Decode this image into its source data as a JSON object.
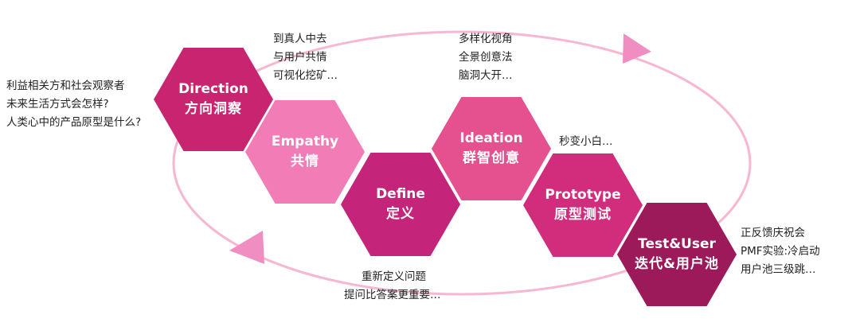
{
  "colors": {
    "loop": "#f7b6d2",
    "arrow": "#f08ec2",
    "direction": "#c8246f",
    "empathy": "#f27cb6",
    "define": "#c4247a",
    "ideation": "#e5508f",
    "prototype": "#d22d7c",
    "test_user": "#9c1a5a"
  },
  "hexagons": {
    "direction": {
      "en": "Direction",
      "cn": "方向洞察"
    },
    "empathy": {
      "en": "Empathy",
      "cn": "共情"
    },
    "define": {
      "en": "Define",
      "cn": "定义"
    },
    "ideation": {
      "en": "Ideation",
      "cn": "群智创意"
    },
    "prototype": {
      "en": "Prototype",
      "cn": "原型测试"
    },
    "test_user": {
      "en": "Test&User",
      "cn": "迭代&用户池"
    }
  },
  "notes": {
    "direction": [
      "利益相关方和社会观察者",
      "未来生活方式会怎样?",
      "人类心中的产品原型是什么?"
    ],
    "empathy": [
      "到真人中去",
      "与用户共情",
      "可视化挖矿…"
    ],
    "ideation": [
      "多样化视角",
      "全景创意法",
      "脑洞大开…"
    ],
    "prototype": [
      "秒变小白…"
    ],
    "test_user": [
      "正反馈庆祝会",
      "PMF实验:冷启动",
      "用户池三级跳…"
    ],
    "define": [
      "重新定义问题",
      "提问比答案更重要…"
    ]
  }
}
